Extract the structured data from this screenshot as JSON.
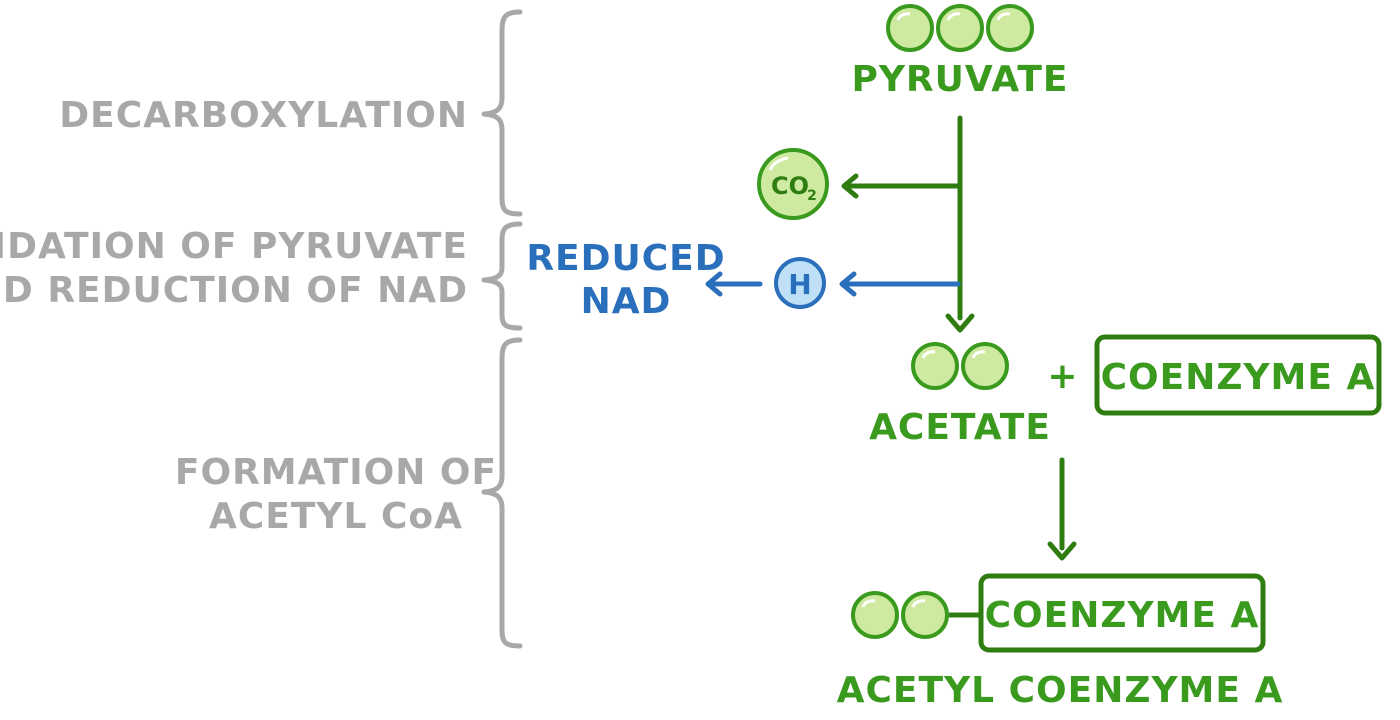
{
  "stages": {
    "decarboxylation": "DECARBOXYLATION",
    "oxidation_line1": "OXIDATION OF PYRUVATE",
    "oxidation_line2": "AND REDUCTION OF NAD",
    "formation_line1": "FORMATION OF",
    "formation_line2": "ACETYL CoA"
  },
  "molecules": {
    "pyruvate": "PYRUVATE",
    "co2": "CO",
    "co2_subscript": "2",
    "hydrogen": "H",
    "reduced_nad_line1": "REDUCED",
    "reduced_nad_line2": "NAD",
    "acetate": "ACETATE",
    "plus": "+",
    "coenzyme_a": "COENZYME A",
    "coenzyme_a_bound": "COENZYME A",
    "acetyl_coenzyme_a": "ACETYL COENZYME A"
  },
  "colors": {
    "stage_text": "#a8a8a8",
    "molecule_text": "#3a9a1e",
    "arrow_green": "#2f7d10",
    "arrow_blue": "#2a6fbb",
    "ball_fill": "#cdeaa0",
    "ball_stroke": "#3a9a1e",
    "h_fill": "#bfe0f7"
  },
  "icons": {
    "pyruvate_balls": "three-carbon-balls",
    "acetate_balls": "two-carbon-balls",
    "co2_circle": "co2-molecule-icon",
    "h_circle": "hydrogen-atom-icon"
  }
}
